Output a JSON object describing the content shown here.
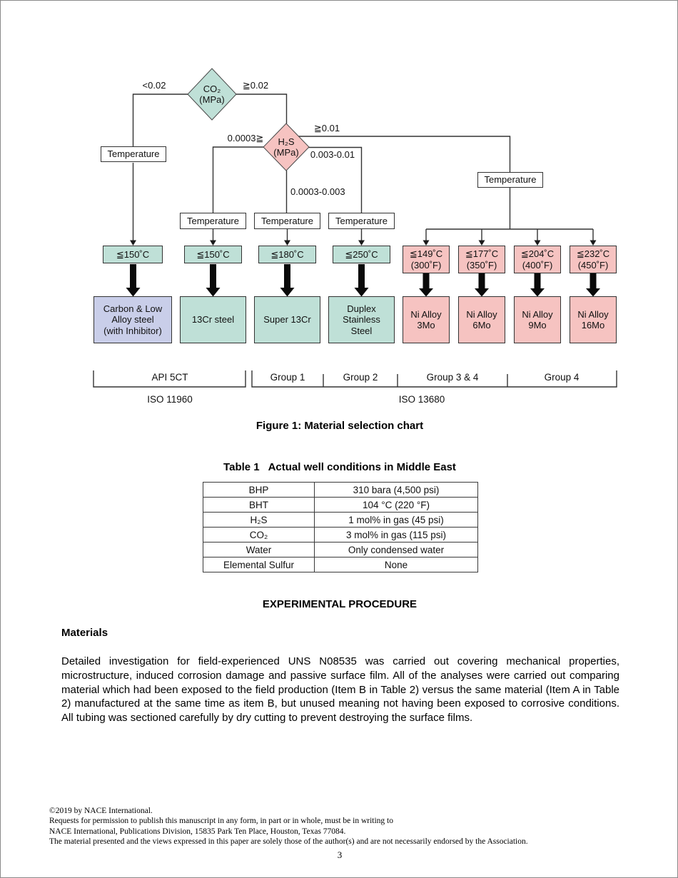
{
  "page_number": "3",
  "figure": {
    "caption": "Figure 1: Material selection chart",
    "co2_node": "CO₂\n(MPa)",
    "h2s_node": "H₂S\n(MPa)",
    "branches": {
      "co2_low": "<0.02",
      "co2_high": "≧0.02",
      "h2s_very_low": "0.0003≧",
      "h2s_high": "≧0.01",
      "h2s_mid": "0.003-0.01",
      "h2s_low": "0.0003-0.003"
    },
    "temperature_label": "Temperature",
    "temp_limits": [
      "≦150˚C",
      "≦150˚C",
      "≦180˚C",
      "≦250˚C",
      "≦149˚C\n(300˚F)",
      "≦177˚C\n(350˚F)",
      "≦204˚C\n(400˚F)",
      "≦232˚C\n(450˚F)"
    ],
    "materials": [
      "Carbon & Low\nAlloy steel\n(with Inhibitor)",
      "13Cr steel",
      "Super 13Cr",
      "Duplex\nStainless\nSteel",
      "Ni Alloy\n3Mo",
      "Ni Alloy\n6Mo",
      "Ni Alloy\n9Mo",
      "Ni Alloy\n16Mo"
    ],
    "group_labels": [
      "API 5CT",
      "Group 1",
      "Group 2",
      "Group 3 & 4",
      "Group 4"
    ],
    "standards": [
      "ISO 11960",
      "ISO 13680"
    ],
    "colors": {
      "teal": "#bfe0d7",
      "pink": "#f6c3c1",
      "lavender": "#c9cee9"
    }
  },
  "table1": {
    "title": "Table 1   Actual well conditions in Middle East",
    "rows": [
      [
        "BHP",
        "310 bara (4,500 psi)"
      ],
      [
        "BHT",
        "104 °C (220 °F)"
      ],
      [
        "H₂S",
        "1 mol% in gas (45 psi)"
      ],
      [
        "CO₂",
        "3 mol% in gas (115 psi)"
      ],
      [
        "Water",
        "Only condensed water"
      ],
      [
        "Elemental Sulfur",
        "None"
      ]
    ]
  },
  "sections": {
    "experimental_procedure_heading": "EXPERIMENTAL PROCEDURE",
    "materials_heading": "Materials",
    "materials_paragraph": "Detailed investigation for field-experienced UNS N08535 was carried out covering mechanical properties, microstructure, induced corrosion damage and passive surface film. All of the analyses were carried out comparing material which had been exposed to the field production (Item B in Table 2) versus the same material (Item A in Table 2) manufactured at the same time as item B, but unused meaning not having been exposed to corrosive conditions.  All tubing was sectioned carefully by dry cutting to prevent destroying the surface films."
  },
  "footer": {
    "lines": [
      "©2019 by NACE International.",
      "Requests for permission to publish this manuscript in any form, in part or in whole, must be in writing to",
      "NACE International, Publications Division, 15835 Park Ten Place, Houston, Texas 77084.",
      "The material presented and the views expressed in this paper are solely those of the author(s) and are not necessarily endorsed by the Association."
    ]
  }
}
